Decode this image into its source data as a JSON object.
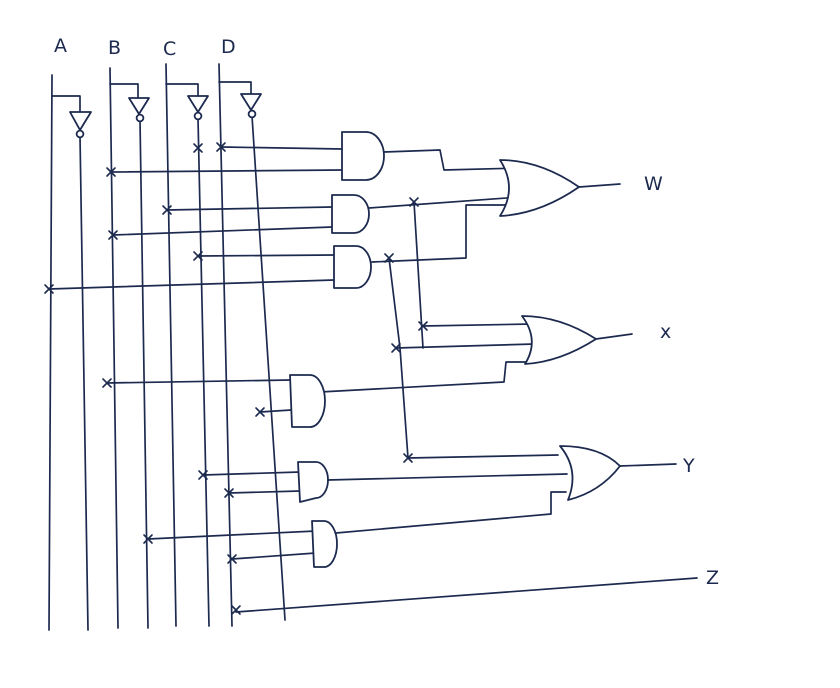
{
  "inputs": {
    "a": "A",
    "b": "B",
    "c": "C",
    "d": "D"
  },
  "outputs": {
    "w": "W",
    "x": "x",
    "y": "Y",
    "z": "Z"
  }
}
